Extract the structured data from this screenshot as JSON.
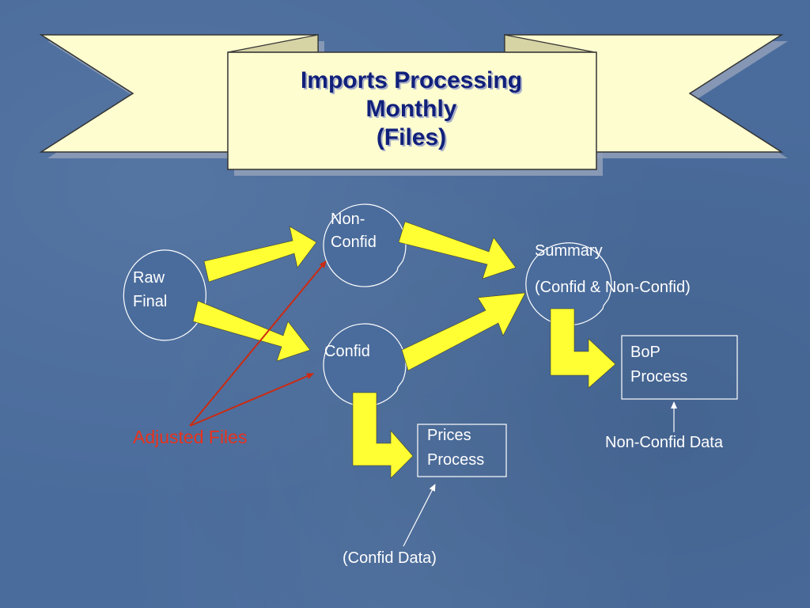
{
  "title": {
    "line1": "Imports Processing",
    "line2": "Monthly",
    "line3": "(Files)"
  },
  "nodes": {
    "raw_final": {
      "line1": "Raw",
      "line2": "Final"
    },
    "non_confid": {
      "line1": "Non-",
      "line2": "Confid"
    },
    "confid": {
      "label": "Confid"
    },
    "summary": {
      "line1": "Summary",
      "line2": "(Confid & Non-Confid)"
    },
    "bop_process": {
      "line1": "BoP",
      "line2": "Process"
    },
    "prices_process": {
      "line1": "Prices",
      "line2": "Process"
    }
  },
  "annotations": {
    "adjusted_files": "Adjusted Files",
    "non_confid_data": "Non-Confid Data",
    "confid_data": "(Confid Data)"
  },
  "colors": {
    "background": "#4a6c9c",
    "banner_fill": "#fefdd0",
    "title_text": "#11207a",
    "flow_arrow": "#ffff33",
    "adjusted_arrow": "#cc2a10",
    "adjusted_text": "#e8321c",
    "line_white": "#ffffff"
  }
}
